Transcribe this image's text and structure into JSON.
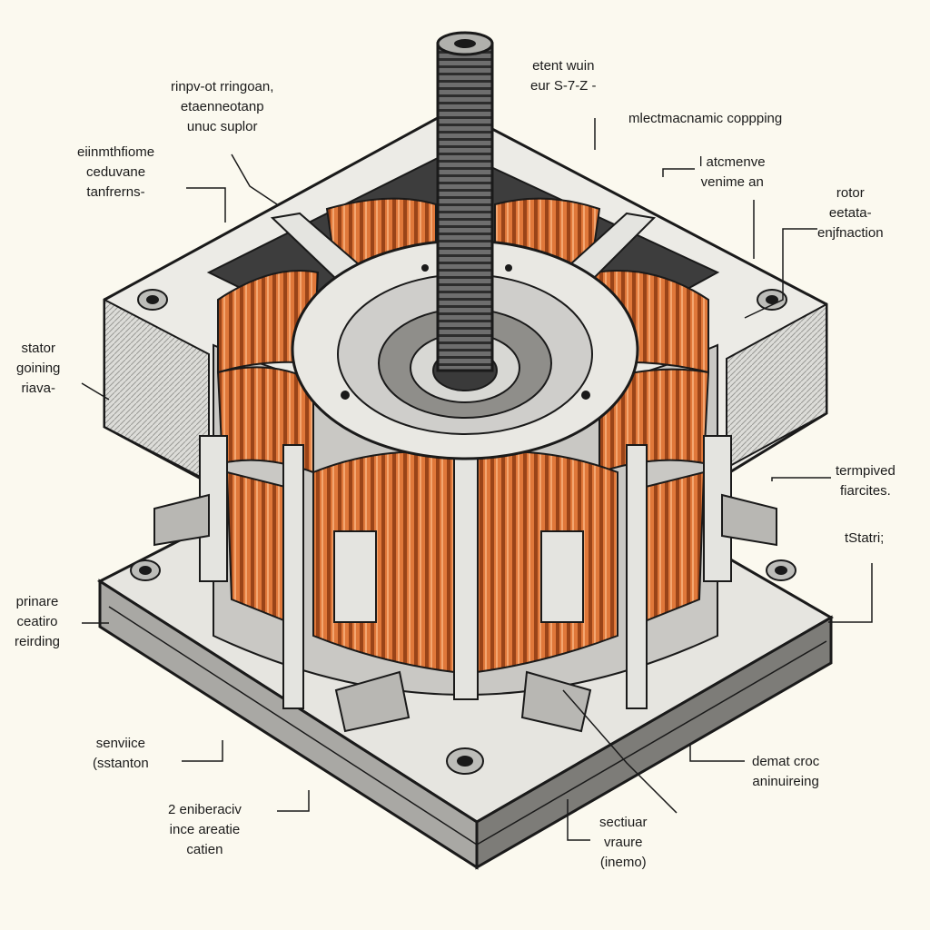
{
  "colors": {
    "background": "#fbf9ef",
    "copper": "#e0783a",
    "copper_dark": "#9a4418",
    "steel": "#d9d9d6",
    "ink": "#1a1a1a"
  },
  "labels": {
    "top_center": {
      "lines": [
        "etent wuin",
        "eur S-7-Z -"
      ]
    },
    "top_left": {
      "lines": [
        "rinpv-ot rringoan,",
        "etaenneotanp",
        "unuc suplor"
      ]
    },
    "top_right": {
      "lines": [
        "mlectmacnamic coppping"
      ]
    },
    "left_upper": {
      "lines": [
        "eiinmthfiome",
        "ceduvane",
        "tanfrerns-"
      ]
    },
    "right_mid_inner": {
      "lines": [
        "l atcmenve",
        "venime an"
      ]
    },
    "rotor": {
      "lines": [
        "rotor",
        "eetata-",
        "enjfnaction"
      ]
    },
    "stator_left": {
      "lines": [
        "stator",
        "goining",
        "riava-"
      ]
    },
    "right_terminal": {
      "lines": [
        "termpived",
        "fiarcites."
      ]
    },
    "right_stator": {
      "lines": [
        "tStatri;"
      ]
    },
    "left_primary": {
      "lines": [
        "prinare",
        "ceatiro",
        "reirding"
      ]
    },
    "left_service": {
      "lines": [
        "senviice",
        "(sstanton"
      ]
    },
    "right_demat": {
      "lines": [
        "demat croc",
        "aninuireing"
      ]
    },
    "bottom_left": {
      "lines": [
        "2 eniberaciv",
        "ince areatie",
        "catien"
      ]
    },
    "bottom_center": {
      "lines": [
        "sectiuar",
        "vraure",
        "(inemo)"
      ]
    }
  }
}
